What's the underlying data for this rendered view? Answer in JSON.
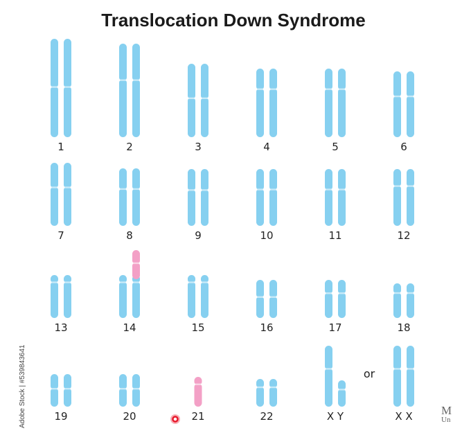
{
  "title": "Translocation Down Syndrome",
  "colors": {
    "normal": "#86d0f0",
    "translocated": "#f3a0c6",
    "label": "#222222"
  },
  "or_label": "or",
  "watermark": "Adobe Stock | #539843641",
  "corner_logo": {
    "line1": "M",
    "line2": "Un"
  },
  "chromosomes": [
    {
      "label": "1",
      "copies": [
        {
          "length": 142,
          "centromere": 0.49
        },
        {
          "length": 142,
          "centromere": 0.49
        }
      ]
    },
    {
      "label": "2",
      "copies": [
        {
          "length": 135,
          "centromere": 0.39
        },
        {
          "length": 135,
          "centromere": 0.39
        }
      ]
    },
    {
      "label": "3",
      "copies": [
        {
          "length": 106,
          "centromere": 0.47
        },
        {
          "length": 106,
          "centromere": 0.47
        }
      ]
    },
    {
      "label": "4",
      "copies": [
        {
          "length": 99,
          "centromere": 0.3
        },
        {
          "length": 99,
          "centromere": 0.3
        }
      ]
    },
    {
      "label": "5",
      "copies": [
        {
          "length": 99,
          "centromere": 0.3
        },
        {
          "length": 99,
          "centromere": 0.3
        }
      ]
    },
    {
      "label": "6",
      "copies": [
        {
          "length": 95,
          "centromere": 0.38
        },
        {
          "length": 95,
          "centromere": 0.38
        }
      ]
    },
    {
      "label": "7",
      "copies": [
        {
          "length": 91,
          "centromere": 0.39
        },
        {
          "length": 91,
          "centromere": 0.39
        }
      ]
    },
    {
      "label": "8",
      "copies": [
        {
          "length": 83,
          "centromere": 0.36
        },
        {
          "length": 83,
          "centromere": 0.36
        }
      ]
    },
    {
      "label": "9",
      "copies": [
        {
          "length": 82,
          "centromere": 0.37
        },
        {
          "length": 82,
          "centromere": 0.37
        }
      ]
    },
    {
      "label": "10",
      "copies": [
        {
          "length": 82,
          "centromere": 0.36
        },
        {
          "length": 82,
          "centromere": 0.36
        }
      ]
    },
    {
      "label": "11",
      "copies": [
        {
          "length": 82,
          "centromere": 0.36
        },
        {
          "length": 82,
          "centromere": 0.36
        }
      ]
    },
    {
      "label": "12",
      "copies": [
        {
          "length": 82,
          "centromere": 0.3
        },
        {
          "length": 82,
          "centromere": 0.3
        }
      ]
    },
    {
      "label": "13",
      "copies": [
        {
          "length": 62,
          "centromere": 0.17
        },
        {
          "length": 62,
          "centromere": 0.17
        }
      ]
    },
    {
      "label": "14",
      "copies": [
        {
          "length": 62,
          "centromere": 0.17
        },
        {
          "length": 62,
          "centromere": 0.17
        }
      ],
      "translocation": {
        "on_copy": 1,
        "length": 42,
        "band": 0.45,
        "color_key": "translocated"
      }
    },
    {
      "label": "15",
      "copies": [
        {
          "length": 62,
          "centromere": 0.17
        },
        {
          "length": 62,
          "centromere": 0.17
        }
      ]
    },
    {
      "label": "16",
      "copies": [
        {
          "length": 55,
          "centromere": 0.45
        },
        {
          "length": 55,
          "centromere": 0.45
        }
      ]
    },
    {
      "label": "17",
      "copies": [
        {
          "length": 55,
          "centromere": 0.35
        },
        {
          "length": 55,
          "centromere": 0.35
        }
      ]
    },
    {
      "label": "18",
      "copies": [
        {
          "length": 50,
          "centromere": 0.28
        },
        {
          "length": 50,
          "centromere": 0.28
        }
      ]
    },
    {
      "label": "19",
      "copies": [
        {
          "length": 47,
          "centromere": 0.45
        },
        {
          "length": 47,
          "centromere": 0.45
        }
      ]
    },
    {
      "label": "20",
      "copies": [
        {
          "length": 47,
          "centromere": 0.45
        },
        {
          "length": 47,
          "centromere": 0.45
        }
      ]
    },
    {
      "label": "21",
      "copies": [
        {
          "length": 43,
          "centromere": 0.25,
          "color_key": "translocated"
        }
      ]
    },
    {
      "label": "22",
      "copies": [
        {
          "length": 40,
          "centromere": 0.3
        },
        {
          "length": 40,
          "centromere": 0.3
        }
      ]
    },
    {
      "label": "X Y",
      "copies": [
        {
          "length": 88,
          "centromere": 0.38
        },
        {
          "length": 38,
          "centromere": 0.35
        }
      ]
    },
    {
      "label": "X X",
      "copies": [
        {
          "length": 88,
          "centromere": 0.38
        },
        {
          "length": 88,
          "centromere": 0.38
        }
      ]
    }
  ]
}
